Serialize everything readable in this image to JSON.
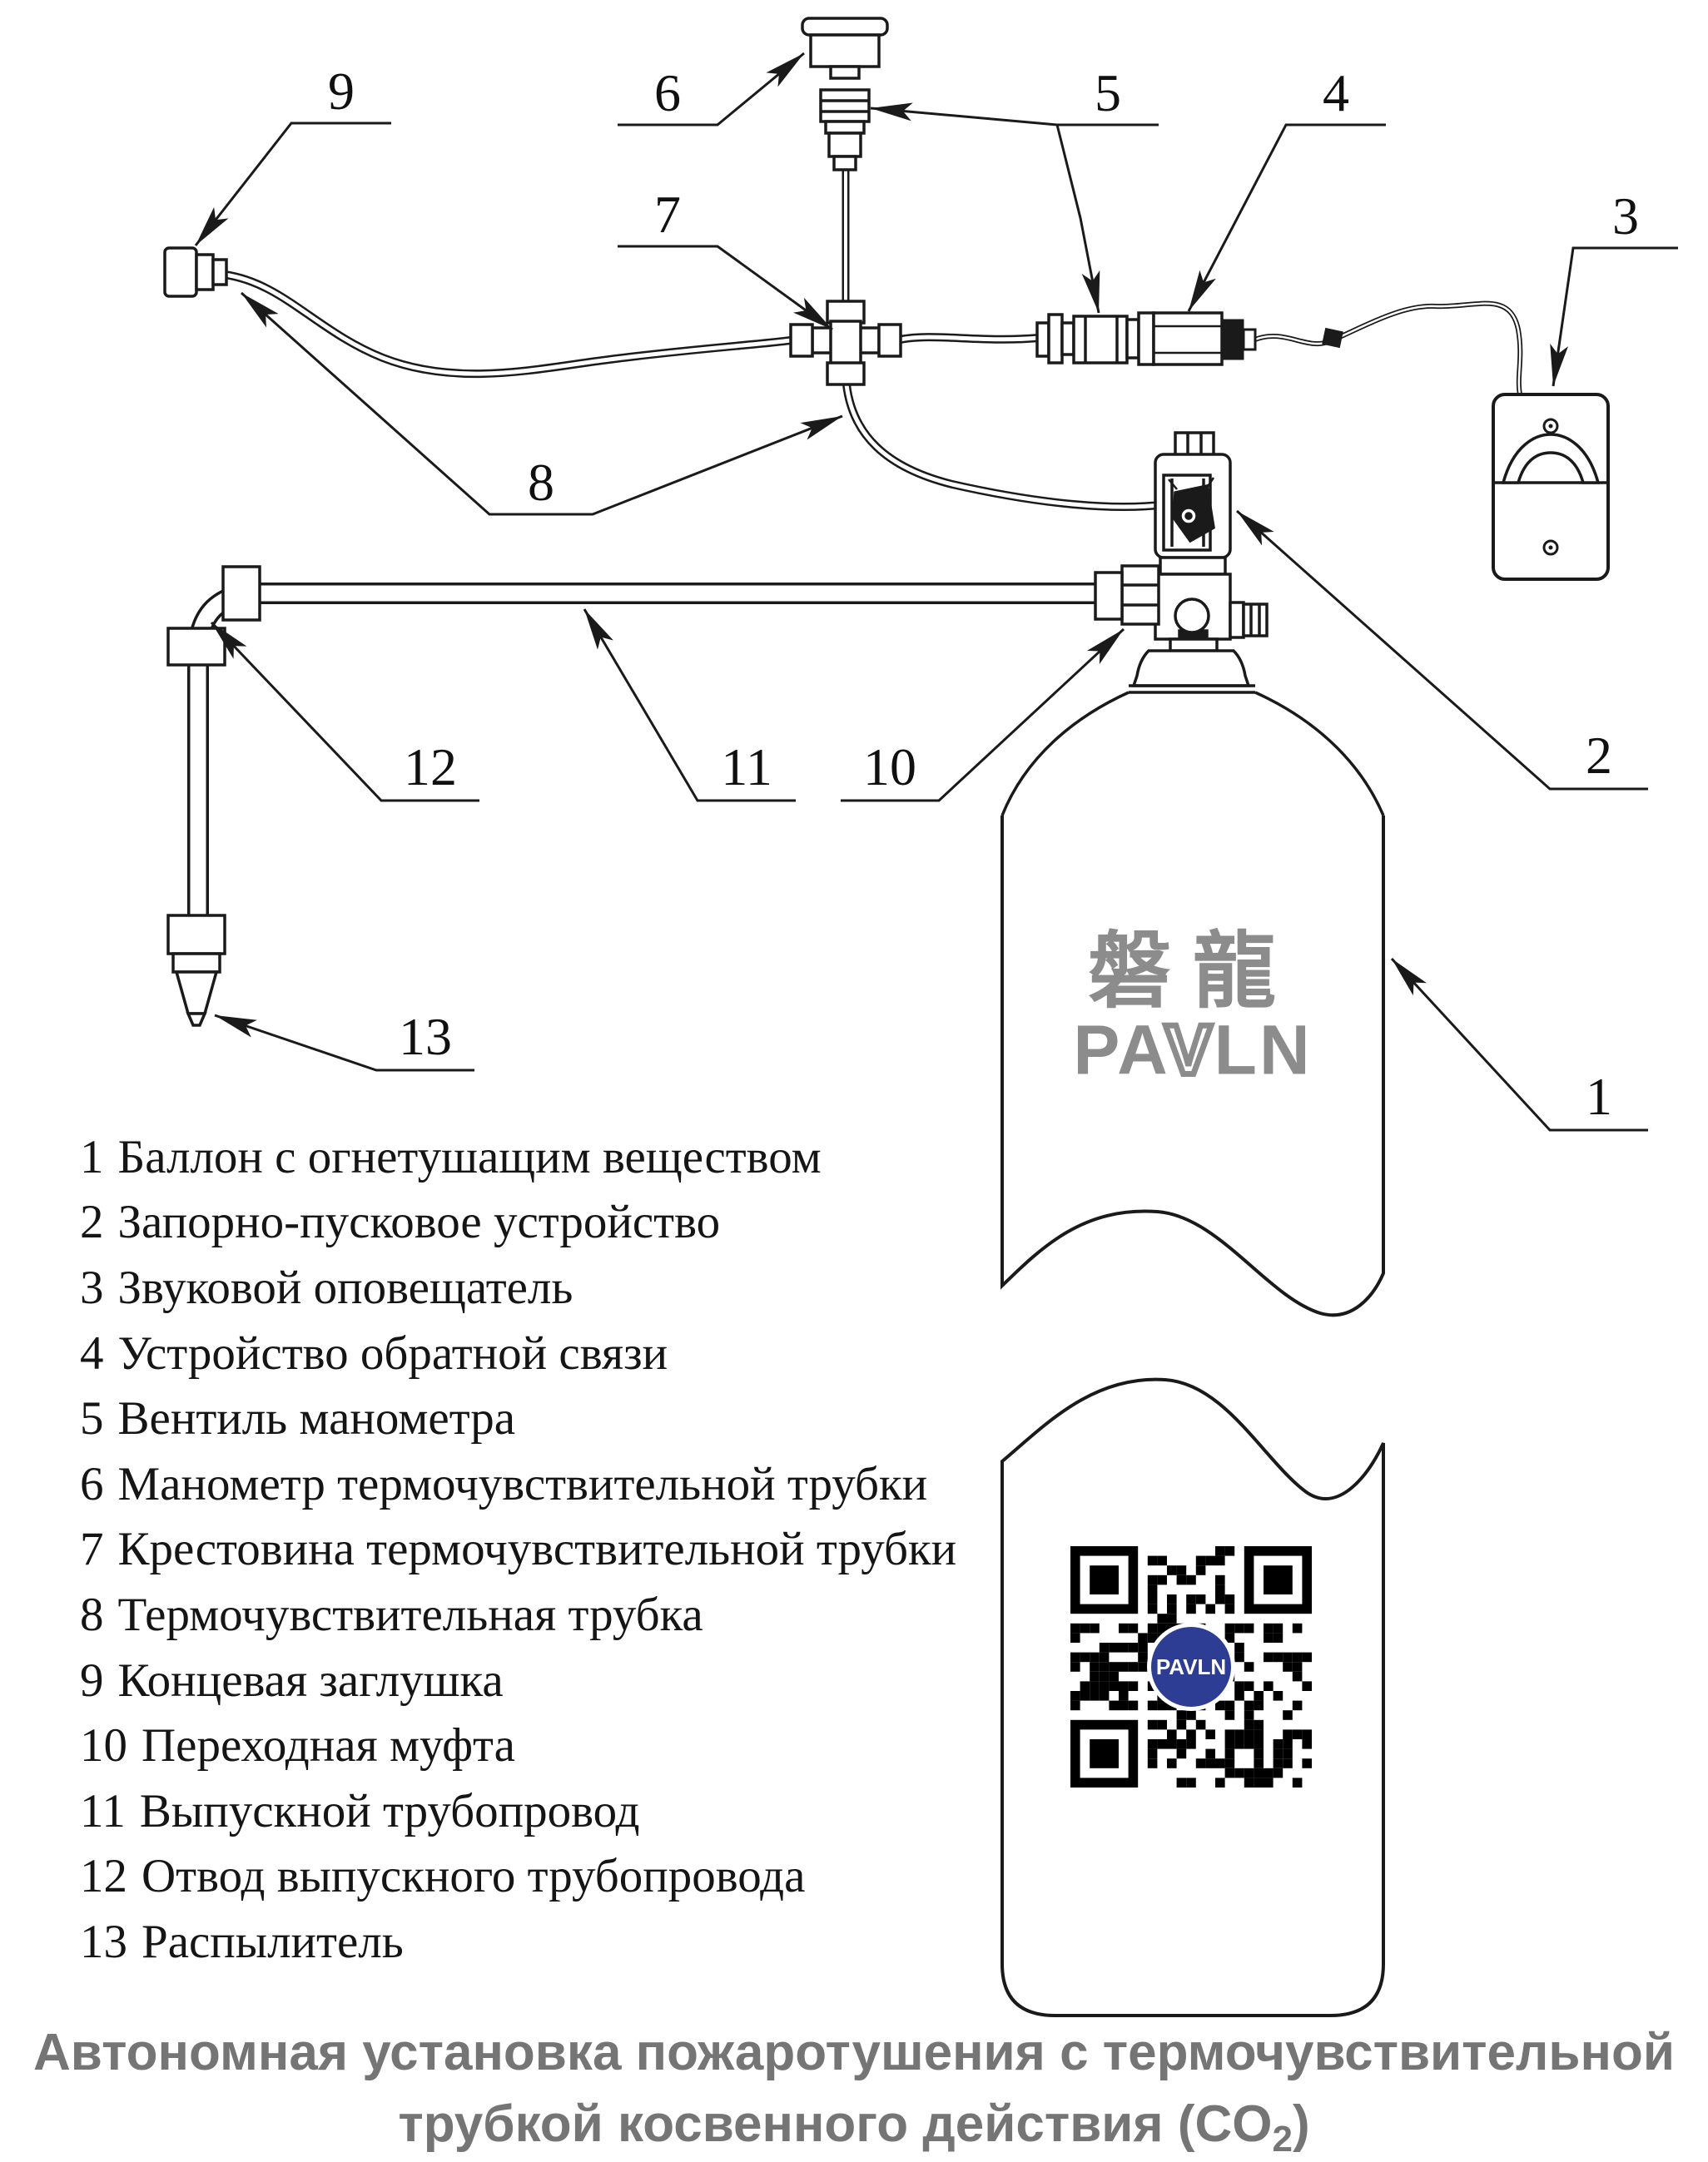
{
  "colors": {
    "line_ink": "#1a1a1a",
    "brand_gray": "#8c8c8c",
    "title_gray": "#757575",
    "qr_badge_blue": "#2c3d93"
  },
  "callouts": {
    "c1": "1",
    "c2": "2",
    "c3": "3",
    "c4": "4",
    "c5": "5",
    "c6": "6",
    "c7": "7",
    "c8": "8",
    "c9": "9",
    "c10": "10",
    "c11": "11",
    "c12": "12",
    "c13": "13"
  },
  "brand": {
    "cn": "磐龍",
    "latin_pa": "PA",
    "latin_v": "V",
    "latin_ln": "LN",
    "qr_badge": "PAVLN"
  },
  "legend": {
    "items": [
      {
        "num": "1",
        "text": "Баллон с огнетушащим веществом"
      },
      {
        "num": "2",
        "text": "Запорно-пусковое устройство"
      },
      {
        "num": "3",
        "text": "Звуковой оповещатель"
      },
      {
        "num": "4",
        "text": "Устройство обратной связи"
      },
      {
        "num": "5",
        "text": "Вентиль манометра"
      },
      {
        "num": "6",
        "text": "Манометр термочувствительной трубки"
      },
      {
        "num": "7",
        "text": "Крестовина термочувствительной трубки"
      },
      {
        "num": "8",
        "text": "Термочувствительная трубка"
      },
      {
        "num": "9",
        "text": "Концевая заглушка"
      },
      {
        "num": "10",
        "text": "Переходная муфта"
      },
      {
        "num": "11",
        "text": "Выпускной трубопровод"
      },
      {
        "num": "12",
        "text": "Отвод выпускного трубопровода"
      },
      {
        "num": "13",
        "text": "Распылитель"
      }
    ]
  },
  "title": {
    "line1": "Автономная установка пожаротушения с термочувствительной",
    "line2_prefix": "трубкой косвенного действия (CO",
    "line2_sub": "2",
    "line2_suffix": ")"
  }
}
